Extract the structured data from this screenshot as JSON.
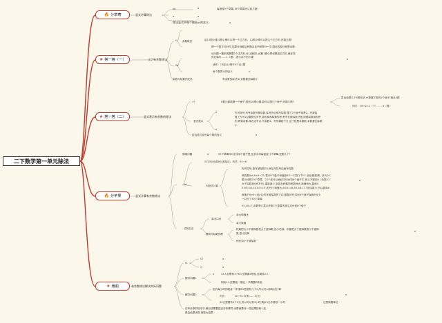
{
  "root": {
    "title": "二下数学第一单元除法"
  },
  "colors": {
    "branch_border": "#c0392b",
    "line": "#c0392b",
    "thin": "#8a8a8a",
    "bg": "#fbf7ea"
  },
  "branches": [
    {
      "label": "分草莓",
      "icon": "fire-icon"
    },
    {
      "label": "搭一搭（一）",
      "icon": "star-icon"
    },
    {
      "label": "搭一搭（二）",
      "icon": "star-icon"
    },
    {
      "label": "分苹果",
      "icon": "fire-icon"
    },
    {
      "label": "租船",
      "icon": "star-icon"
    }
  ],
  "b1": {
    "sub1": "竖式计算除法",
    "sub2": "除法竖式中每个数表示的含义",
    "n_q": "每盘放5个草莓,18个草莓可以放几盘?",
    "a1": "a",
    "a2": "a",
    "ab": "ab",
    "a3": "a",
    "a4": "a"
  },
  "b2": {
    "sub": "认识有余数除法",
    "key_concept": "余数概念",
    "q1": "用13根小棒,4根小棒可以搭一个正方形。13根小棒可以搭几个正方形,还剩几根?",
    "q2": "把一个数平均分时,如果分到最后有剩余且不够再分一次,剩余的部分就是余数",
    "q3a": "动手摆一摆来观察摆3个正方形,可以搭成1,还剩1根小棒也是用正方形,就在商",
    "q3b": "的右端写……1（根）,表示余下的小棒",
    "read_line": "读作：13除以4等于3个余1根",
    "meaning_line": "每个数表示的含义",
    "rel_label": "余数与除数的关系",
    "rel_text": "有余数的除法中,余数都比除数小",
    "tag_f": "f√",
    "tag_w": "Wr",
    "a1": "a",
    "a2": "a"
  },
  "b3": {
    "sub": "竖式表示有余数的除法",
    "tag": "√Y",
    "q1": "6根小棒能摆一个面子,现有16根小棒,能可以摆几个面子,还剩几根?",
    "ans1": "算出商是几个6根形状,小棒摆了那有2个面子,剩余4根",
    "ans2": "列式：16÷6=2（个）……4（根）",
    "vert_label": "竖式表示",
    "v1": "先写除号,写有余数写被除数,除号外后例写除数,摆了2个面子商是2。在被除",
    "v2": "数上方写2且要数位对齐,算出商和除数的积,积写在被除数下面,用被除数减去积",
    "v3": "的,得到余数,商右边写点,写余数4。写作横线下方,这个就是余数数,余数要比除数",
    "v4": "小",
    "combo": "结合竖式说出每个数的含义",
    "a1": "a",
    "a2": "a",
    "a3": "a"
  },
  "b4": {
    "sub": "竖式计算有余数除法",
    "q_label": "情境问题",
    "q_text": "55个草莓平均分到8个盘子里,至多平均每盘放几个草莓,还剩几个?",
    "col1": "55平均分成8份,用除法。列式：55÷8",
    "step1": "先写除号,接写被除数55,然后写除号后面写除数",
    "step2a": "商的是为6,6×8=32,表示8个盘子每盘放6个一共放了32个,然后都放满。多为32,",
    "step2b": "表示还剩23个草莓。23个还可以继续平均分到8个盘子中,商以不够用6（余数23",
    "step2c": "大于除数商6也不行),重新减少,到商为积取的积数就大,商值就大,能商5,",
    "step2d": "5×8=40,55-40=15,还不行,商值大,6×8=48,55-48=7,7比除数小,所以能商6",
    "step3a": "商值于8×6=48,40写在被除数的下边,被数对齐,表示8个盘子每盘分6个,",
    "step3b": "一共分了40个草莓",
    "step4": "55-48=7,余数是7,表示还剩7个草莓不够平均分到8个盘子",
    "calc_label": "列竖式计算",
    "tag": "Wr",
    "method_label": "试商方法",
    "m1": "乘法口诀",
    "m1a": "余大商值大",
    "m1b": "余小商值",
    "m2": "看商与除数的积",
    "m2a": "积能把大小于被除数积大于被除数,选小的商；积能把大于被除数数小于被除",
    "m2b": "数,选小的商",
    "m3": "积必须小于被除数",
    "a1": "a",
    "a2": "a",
    "a3": "a"
  },
  "b5": {
    "sub": "有余数除法解决实际问题",
    "tag1": "rs",
    "q1": "Qi",
    "q2": "Q",
    "solve1": "解决问题1",
    "s1a": "22人至需有3个6人至需要5条船,还剩余2人",
    "s1b": "剩余2人还需租一条船,一共需要6条船",
    "solve2": "解决问题2",
    "s2a": "因为每小时的租金一样,要50里面有几个5,所以可以用除法计算",
    "s2b": "列式",
    "s2c": "30÷9=3(条)……3(元)",
    "s2d": "30元是需有3个9元,所以可以划3小时,剩余3元不够划一小时",
    "s2e": "注意商要单位",
    "s3a": "在有余数的除法中,最后结果要结合实际情况,余数就要作一些结果加商1,还",
    "s3b": "是会结果余数,商能为结果",
    "a1": "a",
    "a2": "a",
    "a3": "a",
    "a4": "a"
  }
}
